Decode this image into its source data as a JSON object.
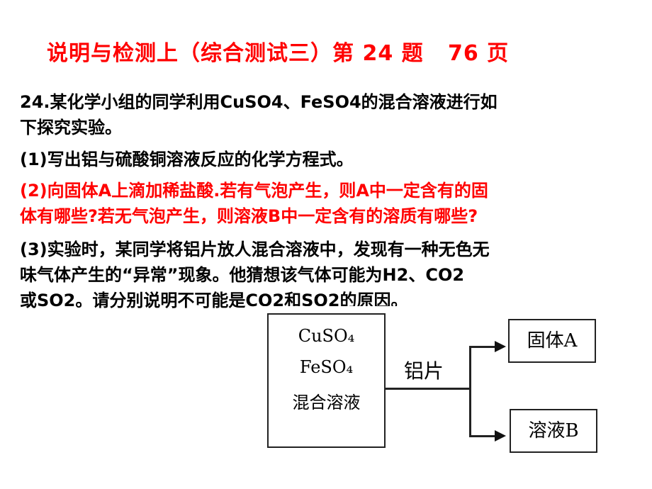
{
  "title": "说明与检测上（综合测试三）第 24 题   76 页",
  "question": {
    "lines": [
      "24.某化学小组的同学利用CuSO4、FeSO4的混合溶液进行如",
      "下探究实验。",
      "(1)写出铝与硫酸铜溶液反应的化学方程式。",
      "(2)向固体A上滴加稀盐酸.若有气泡产生，则A中一定含有的固",
      "体有哪些?若无气泡产生，则溶液B中一定含有的溶质有哪些?",
      "(3)实验时，某同学将铝片放人混合溶液中，发现有一种无色无",
      "味气体产生的“异常”现象。他猜想该气体可能为H2、CO2",
      "或SO2。请分别说明不可能是CO2和SO2的原因。"
    ]
  },
  "diagram": {
    "mix_lines": [
      "CuSO₄",
      "FeSO₄",
      "混合溶液"
    ],
    "reagent": "铝片",
    "solid": "固体A",
    "solution": "溶液B"
  }
}
